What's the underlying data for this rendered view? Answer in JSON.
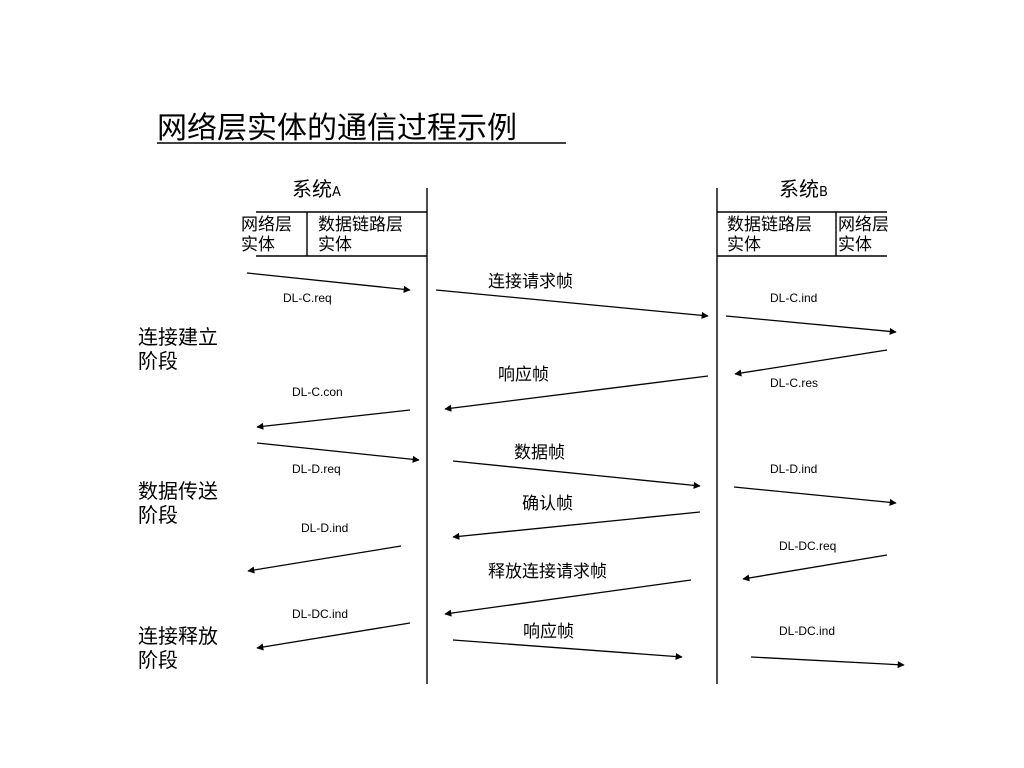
{
  "title": "网络层实体的通信过程示例",
  "systems": {
    "a": {
      "name": "系统",
      "suffix": "A"
    },
    "b": {
      "name": "系统",
      "suffix": "B"
    }
  },
  "entities": {
    "a_network": [
      "网络层",
      "实体"
    ],
    "a_datalink": [
      "数据链路层",
      "实体"
    ],
    "b_datalink": [
      "数据链路层",
      "实体"
    ],
    "b_network": [
      "网络层",
      "实体"
    ]
  },
  "phases": [
    {
      "id": "connect",
      "lines": [
        "连接建立",
        "阶段"
      ]
    },
    {
      "id": "transfer",
      "lines": [
        "数据传送",
        "阶段"
      ]
    },
    {
      "id": "release",
      "lines": [
        "连接释放",
        "阶段"
      ]
    }
  ],
  "frames": [
    {
      "id": "conn-request-frame",
      "label": "连接请求帧"
    },
    {
      "id": "response-frame-1",
      "label": "响应帧"
    },
    {
      "id": "data-frame",
      "label": "数据帧"
    },
    {
      "id": "ack-frame",
      "label": "确认帧"
    },
    {
      "id": "release-request-frame",
      "label": "释放连接请求帧"
    },
    {
      "id": "response-frame-2",
      "label": "响应帧"
    }
  ],
  "primitives": [
    {
      "id": "a-dl-c-req",
      "label": "DL-C.req"
    },
    {
      "id": "b-dl-c-ind",
      "label": "DL-C.ind"
    },
    {
      "id": "b-dl-c-res",
      "label": "DL-C.res"
    },
    {
      "id": "a-dl-c-con",
      "label": "DL-C.con"
    },
    {
      "id": "a-dl-d-req",
      "label": "DL-D.req"
    },
    {
      "id": "b-dl-d-ind",
      "label": "DL-D.ind"
    },
    {
      "id": "a-dl-d-ind",
      "label": "DL-D.ind"
    },
    {
      "id": "b-dl-dc-req",
      "label": "DL-DC.req"
    },
    {
      "id": "a-dl-dc-ind",
      "label": "DL-DC.ind"
    },
    {
      "id": "b-dl-dc-ind",
      "label": "DL-DC.ind"
    }
  ]
}
